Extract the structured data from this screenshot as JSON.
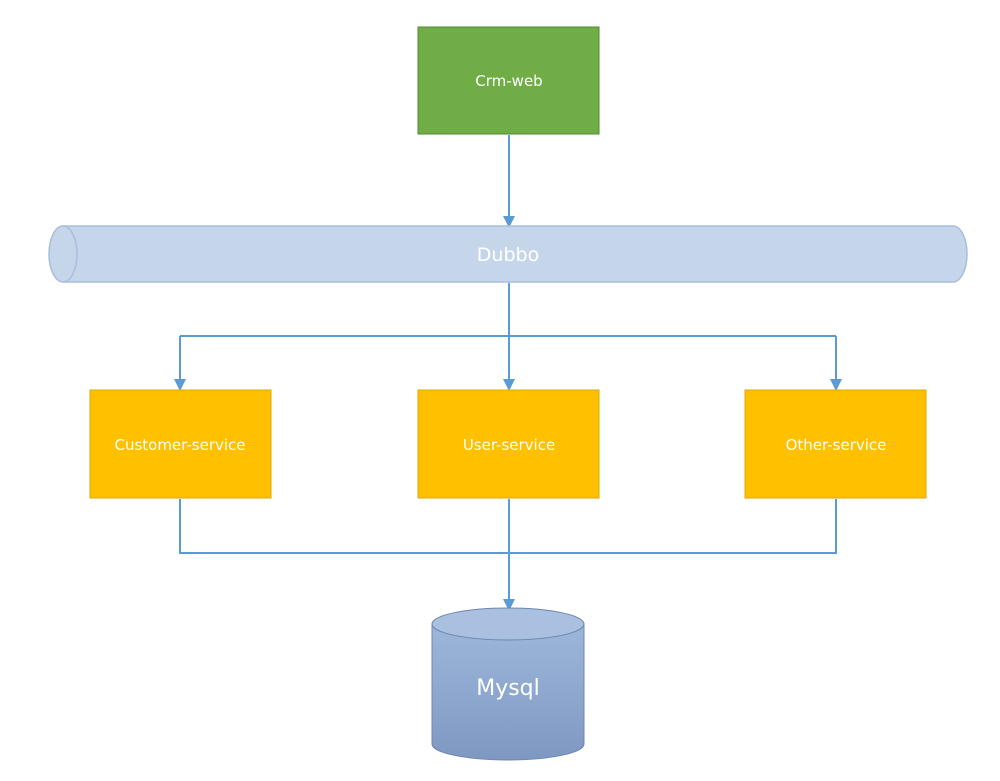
{
  "nodes": {
    "crm_web": {
      "label": "Crm-web",
      "color": "#70AD47"
    },
    "dubbo": {
      "label": "Dubbo",
      "color": "#C5D5EA"
    },
    "customer_service": {
      "label": "Customer-service",
      "color": "#FFC000"
    },
    "user_service": {
      "label": "User-service",
      "color": "#FFC000"
    },
    "other_service": {
      "label": "Other-service",
      "color": "#FFC000"
    },
    "mysql": {
      "label": "Mysql",
      "color": "#8EA9CF"
    }
  },
  "connector_color": "#5B9BD5",
  "edges": [
    {
      "from": "Crm-web",
      "to": "Dubbo"
    },
    {
      "from": "Dubbo",
      "to": "Customer-service"
    },
    {
      "from": "Dubbo",
      "to": "User-service"
    },
    {
      "from": "Dubbo",
      "to": "Other-service"
    },
    {
      "from": "Customer-service",
      "to": "Mysql"
    },
    {
      "from": "User-service",
      "to": "Mysql"
    },
    {
      "from": "Other-service",
      "to": "Mysql"
    }
  ]
}
